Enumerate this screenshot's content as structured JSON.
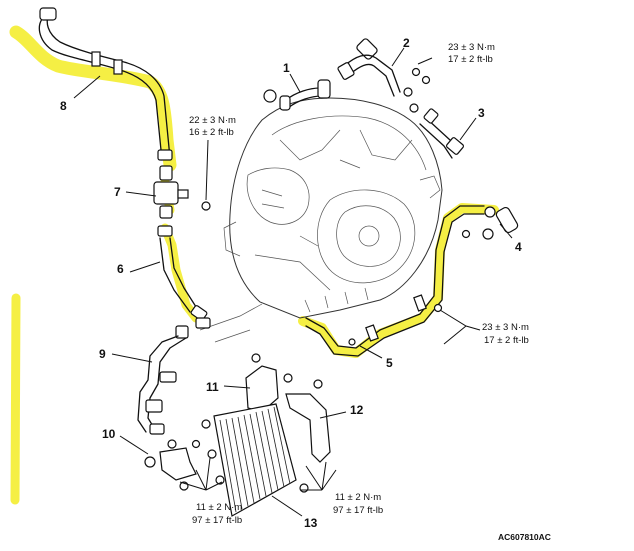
{
  "figure_code": "AC607810AC",
  "part_numbers": {
    "p1": "1",
    "p2": "2",
    "p3": "3",
    "p4": "4",
    "p5": "5",
    "p6": "6",
    "p7": "7",
    "p8": "8",
    "p9": "9",
    "p10": "10",
    "p11": "11",
    "p12": "12",
    "p13": "13"
  },
  "torque_specs": {
    "clamp_upper_right": {
      "nm": "23 ± 3 N·m",
      "ftlb": "17 ± 2 ft-lb"
    },
    "clamp_upper_left": {
      "nm": "22 ± 3 N·m",
      "ftlb": "16 ± 2 ft-lb"
    },
    "pipe_right": {
      "nm": "23 ± 3 N·m",
      "ftlb": "17 ± 2 ft-lb"
    },
    "cooler_left": {
      "nm": "11 ± 2 N·m",
      "ftlb": "97 ± 17 ft-lb"
    },
    "cooler_right": {
      "nm": "11 ± 2 N·m",
      "ftlb": "97 ± 17 ft-lb"
    }
  },
  "colors": {
    "highlight": "#f4ee3a",
    "line": "#111111"
  }
}
